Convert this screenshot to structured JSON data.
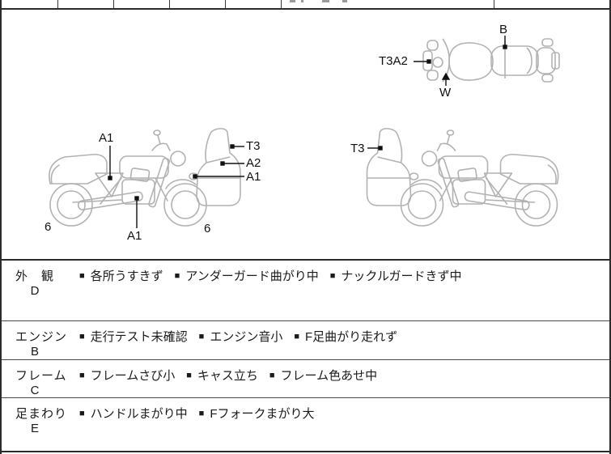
{
  "colors": {
    "sketch": "#b2b2b2",
    "line": "#2b2b2b",
    "text": "#1a1a1a"
  },
  "bullet_char": "■",
  "callouts": {
    "left_a1_top": "A1",
    "left_a1_bottom": "A1",
    "left_six_left": "6",
    "left_six_right": "6",
    "left_t3": "T3",
    "left_a2": "A2",
    "left_a1_right": "A1",
    "right_t3": "T3",
    "top_t3a2": "T3A2",
    "top_b": "B",
    "top_w": "W"
  },
  "sections": [
    {
      "label": "外　観",
      "grade": "D",
      "items": [
        "各所うすきず",
        "アンダーガード曲がり中",
        "ナックルガードきず中"
      ]
    },
    {
      "label": "エンジン",
      "grade": "B",
      "items": [
        "走行テスト未確認",
        "エンジン音小",
        "F足曲がり走れず"
      ]
    },
    {
      "label": "フレーム",
      "grade": "C",
      "items": [
        "フレームさび小",
        "キャス立ち",
        "フレーム色あせ中"
      ]
    },
    {
      "label": "足まわり",
      "grade": "E",
      "items": [
        "ハンドルまがり中",
        "Fフォークまがり大"
      ]
    }
  ]
}
